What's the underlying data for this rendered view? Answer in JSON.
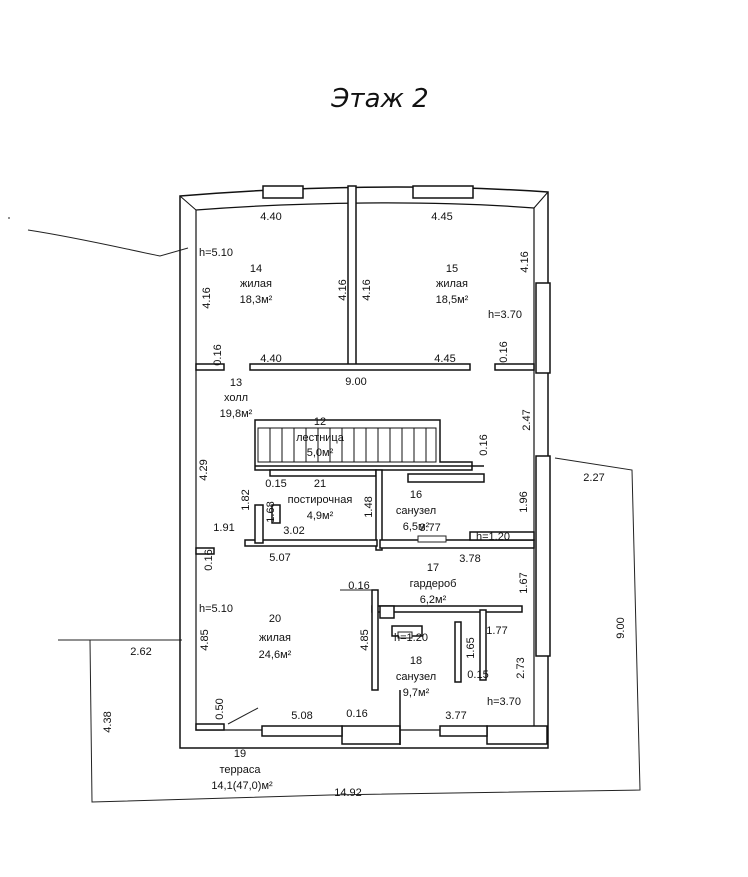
{
  "title": "Этаж 2",
  "rooms": [
    {
      "num": "14",
      "name": "жилая",
      "area": "18,3м²"
    },
    {
      "num": "15",
      "name": "жилая",
      "area": "18,5м²"
    },
    {
      "num": "13",
      "name": "холл",
      "area": "19,8м²"
    },
    {
      "num": "12",
      "name": "лестница",
      "area": "5,0м²"
    },
    {
      "num": "21",
      "name": "постирочная",
      "area": "4,9м²"
    },
    {
      "num": "16",
      "name": "санузел",
      "area": "6,5м²"
    },
    {
      "num": "17",
      "name": "гардероб",
      "area": "6,2м²"
    },
    {
      "num": "20",
      "name": "жилая",
      "area": "24,6м²"
    },
    {
      "num": "18",
      "name": "санузел",
      "area": "9,7м²"
    },
    {
      "num": "19",
      "name": "терраса",
      "area": "14,1(47,0)м²"
    }
  ],
  "dimensions": {
    "d440a": "4.40",
    "d445a": "4.45",
    "h510a": "h=5.10",
    "d416l": "4.16",
    "d416m1": "4.16",
    "d416m2": "4.16",
    "d416r": "4.16",
    "h370a": "h=3.70",
    "d016a": "0.16",
    "d016b": "0.16",
    "d440b": "4.40",
    "d445b": "4.45",
    "d900h": "9.00",
    "d247": "2.47",
    "d016c": "0.16",
    "d227": "2.27",
    "d429": "4.29",
    "d015a": "0.15",
    "d182": "1.82",
    "d168": "1.68",
    "d148": "1.48",
    "d196": "1.96",
    "d191": "1.91",
    "d302": "3.02",
    "d377a": "3.77",
    "h120a": "h=1.20",
    "d507": "5.07",
    "d378": "3.78",
    "d016d": "0.16",
    "d016e": "0.16",
    "d167": "1.67",
    "h510b": "h=5.10",
    "d900v": "9.00",
    "d485a": "4.85",
    "d485b": "4.85",
    "h120b": "h=1.20",
    "d177": "1.77",
    "d262": "2.62",
    "d165": "1.65",
    "d273": "2.73",
    "d015b": "0.15",
    "h370b": "h=3.70",
    "d050": "0.50",
    "d508": "5.08",
    "d016f": "0.16",
    "d377b": "3.77",
    "d438": "4.38",
    "d1492": "14.92"
  }
}
